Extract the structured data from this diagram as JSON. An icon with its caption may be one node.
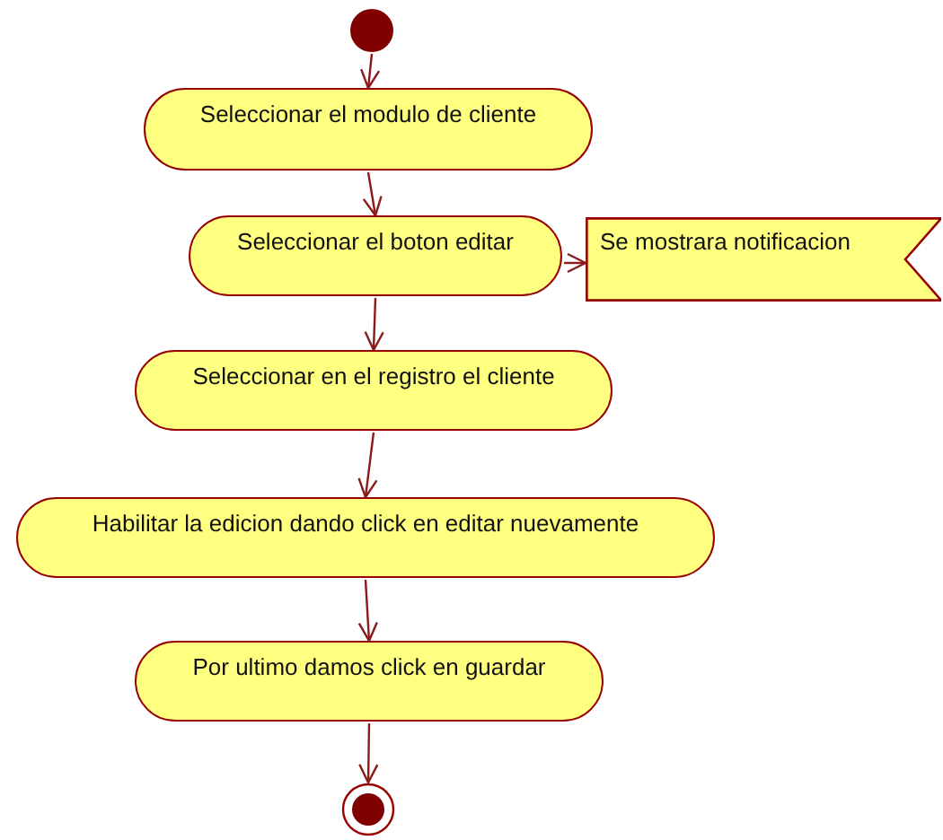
{
  "diagram": {
    "nodes": [
      {
        "text": [],
        "shape": "circle"
      },
      {
        "text": [
          "Seleccionar el modulo de cliente"
        ]
      },
      {
        "text": [
          "Seleccionar el boton editar"
        ]
      },
      {
        "text": [
          "Se mostrara notificacion"
        ]
      },
      {
        "text": [
          "Seleccionar en el registro el cliente"
        ]
      },
      {
        "text": [
          "Habilitar la edicion dando click en editar nuevamente"
        ]
      },
      {
        "text": [
          "Por ultimo damos click en guardar"
        ]
      },
      {
        "text": [],
        "shape": "circle"
      }
    ],
    "edges": [
      {
        "from": 0,
        "to": 1,
        "arrow": "to"
      },
      {
        "from": 1,
        "to": 2,
        "arrow": "to"
      },
      {
        "from": 2,
        "to": 3,
        "arrow": "to"
      },
      {
        "from": 2,
        "to": 4,
        "arrow": "to"
      },
      {
        "from": 4,
        "to": 5,
        "arrow": "to"
      },
      {
        "from": 5,
        "to": 6,
        "arrow": "to"
      },
      {
        "from": 6,
        "to": 7,
        "arrow": "to"
      }
    ]
  }
}
